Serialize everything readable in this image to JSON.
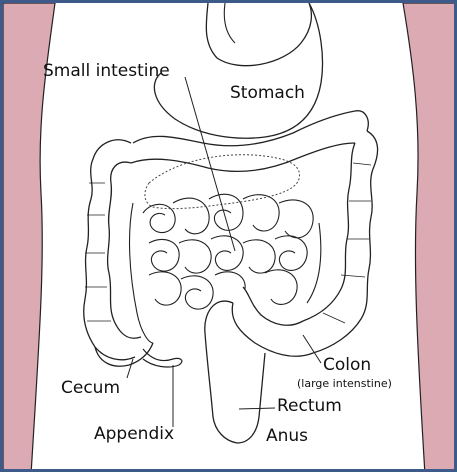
{
  "labels": {
    "small_intestine": "Small intestine",
    "stomach": "Stomach",
    "cecum": "Cecum",
    "appendix": "Appendix",
    "colon": "Colon",
    "colon_note": "(large intenstine)",
    "rectum": "Rectum",
    "anus": "Anus"
  },
  "colors": {
    "frame": "#3d5a8a",
    "skin": "#dcaab3",
    "outline": "#222222",
    "background": "#ffffff"
  }
}
